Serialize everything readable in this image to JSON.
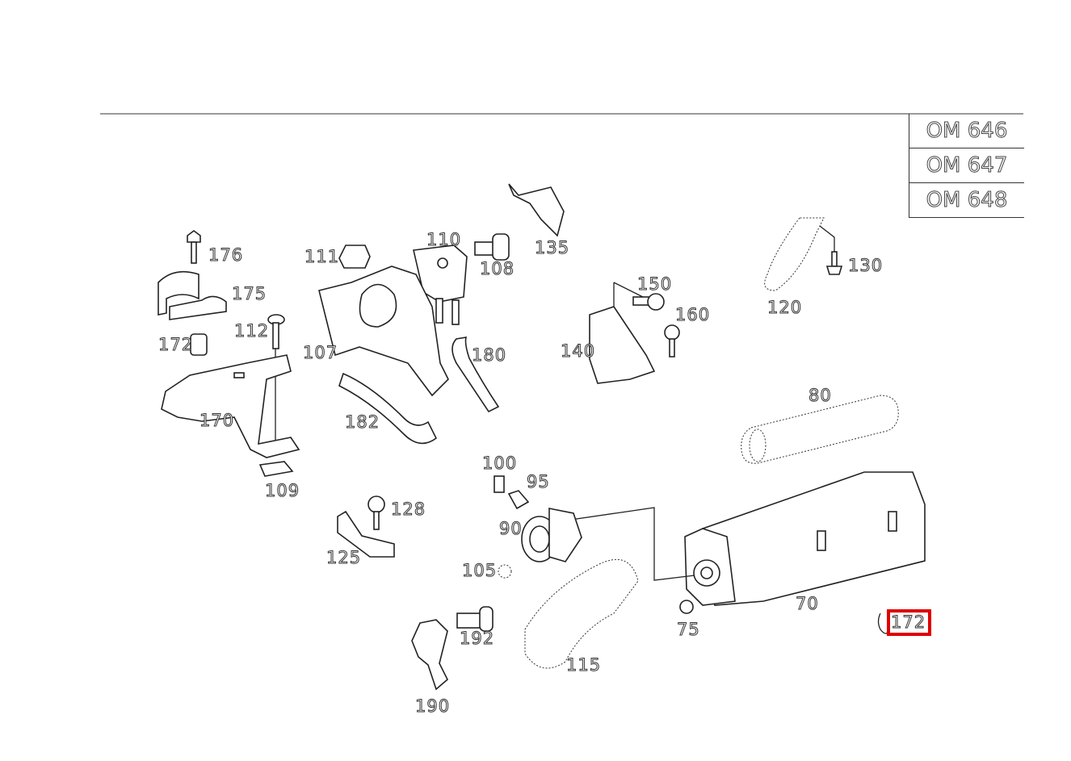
{
  "engine_variants": [
    "OM 646",
    "OM 647",
    "OM 648"
  ],
  "part_labels": {
    "p176": "176",
    "p175": "175",
    "p172a": "172",
    "p112": "112",
    "p170": "170",
    "p109": "109",
    "p111": "111",
    "p110": "110",
    "p108": "108",
    "p135": "135",
    "p107": "107",
    "p180": "180",
    "p182": "182",
    "p150": "150",
    "p160": "160",
    "p140": "140",
    "p120": "120",
    "p130": "130",
    "p80": "80",
    "p100": "100",
    "p95": "95",
    "p90": "90",
    "p128": "128",
    "p125": "125",
    "p105": "105",
    "p115": "115",
    "p70": "70",
    "p75": "75",
    "p172b": "172",
    "p192": "192",
    "p190": "190"
  },
  "highlighted_part": "172",
  "colors": {
    "highlight": "#e00000",
    "line": "#222222"
  }
}
